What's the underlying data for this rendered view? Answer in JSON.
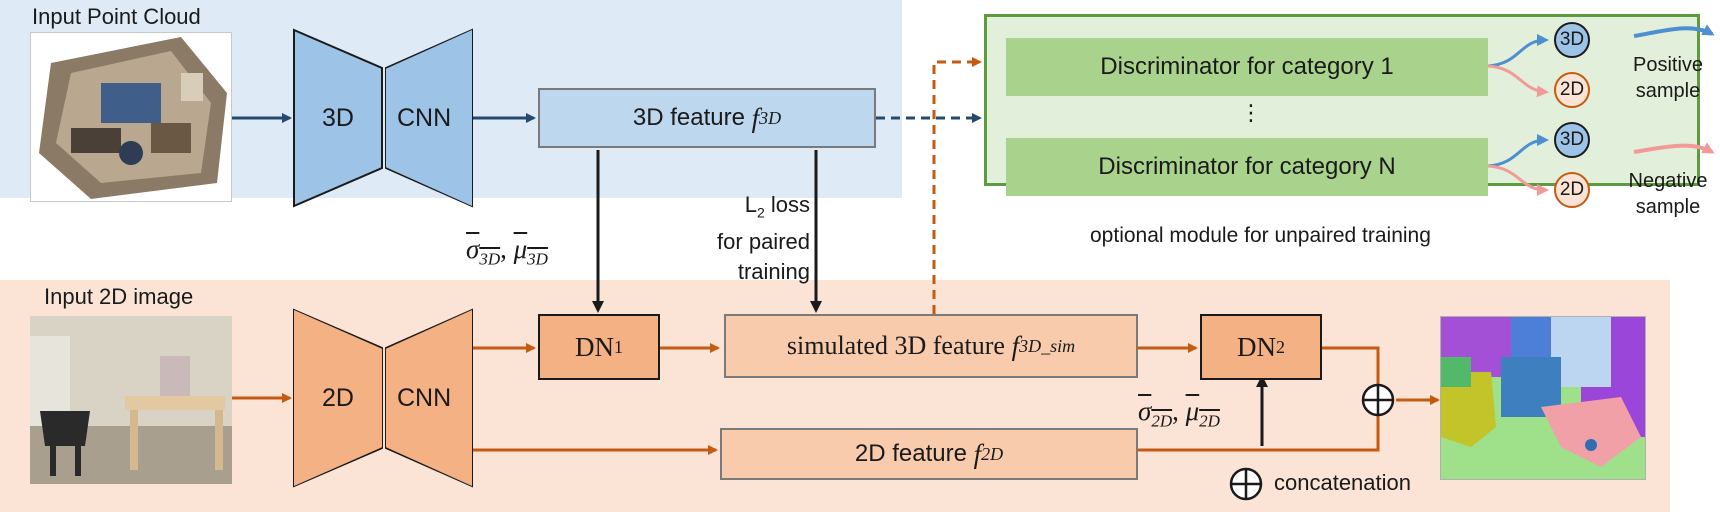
{
  "regions": {
    "top_label": "Input Point Cloud",
    "bottom_label": "Input 2D image"
  },
  "encoder_3d": {
    "left": "3D",
    "right": "CNN"
  },
  "encoder_2d": {
    "left": "2D",
    "right": "CNN"
  },
  "feature_3d": {
    "label": "3D feature",
    "symbol": "f",
    "sub": "3D"
  },
  "feature_sim": {
    "label": "simulated 3D feature",
    "symbol": "f",
    "sub": "3D_sim"
  },
  "feature_2d": {
    "label": "2D feature",
    "symbol": "f",
    "sub": "2D"
  },
  "dn1": {
    "label": "DN",
    "sub": "1"
  },
  "dn2": {
    "label": "DN",
    "sub": "2"
  },
  "stats_3d": {
    "sigma": "σ",
    "sigma_sub": "3D",
    "mu": "μ",
    "mu_sub": "3D"
  },
  "stats_2d": {
    "sigma": "σ",
    "sigma_sub": "2D",
    "mu": "μ",
    "mu_sub": "2D"
  },
  "loss": {
    "line1_pre": "L",
    "line1_sub": "2",
    "line1_post": " loss",
    "line2": "for paired",
    "line3": "training"
  },
  "discriminators": {
    "items": [
      "Discriminator for category 1",
      "Discriminator for category N"
    ],
    "ellipsis": "⋮",
    "caption": "optional module for unpaired training",
    "out_3d": "3D",
    "out_2d": "2D"
  },
  "legend": {
    "positive_line1": "Positive",
    "positive_line2": "sample",
    "negative_line1": "Negative",
    "negative_line2": "sample",
    "positive_color": "#4d8fd1",
    "negative_color": "#f29a9a"
  },
  "concat": {
    "symbol": "⊕",
    "label": "concatenation"
  },
  "colors": {
    "blue_region": "#deeaf6",
    "orange_region": "#fbe4d6",
    "green_region": "#e2efda",
    "green_border": "#5e9a3e",
    "blue_trap": "#9dc3e6",
    "orange_trap": "#f4b183",
    "blue_arrow": "#244a6e",
    "orange_arrow": "#c55a11"
  }
}
